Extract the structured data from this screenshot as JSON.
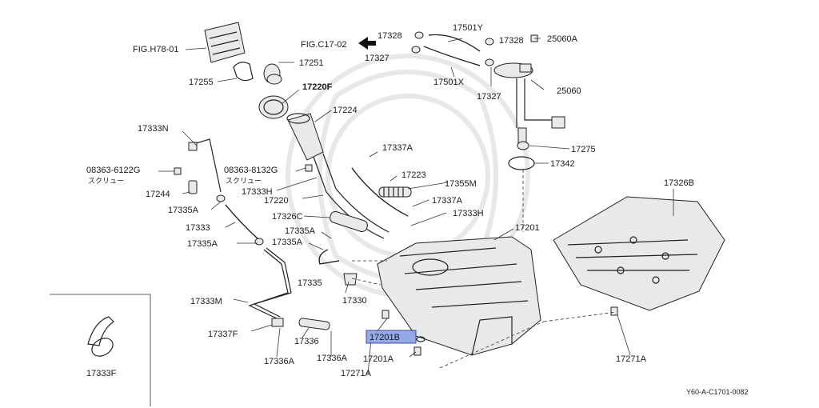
{
  "figure": {
    "code": "Y60-A-C1701-0082",
    "refs": {
      "left": "FIG.H78-01",
      "top": "FIG.C17-02"
    }
  },
  "labels": {
    "p17328a": "17328",
    "p17501y": "17501Y",
    "p17328b": "17328",
    "p25060a": "25060A",
    "p17327a": "17327",
    "p17251": "17251",
    "p17255": "17255",
    "p17220f": "17220F",
    "p17501x": "17501X",
    "p25060": "25060",
    "p17327b": "17327",
    "p17224": "17224",
    "p17333n": "17333N",
    "p17337a1": "17337A",
    "p17275": "17275",
    "p08363a": "08363-6122G",
    "p08363b": "08363-8132G",
    "screw_a": "スクリュー",
    "screw_b": "スクリュー",
    "p17342": "17342",
    "p17223": "17223",
    "p17355m": "17355M",
    "p17326b": "17326B",
    "p17244": "17244",
    "p17333h1": "17333H",
    "p17337a2": "17337A",
    "p17220": "17220",
    "p17335a1": "17335A",
    "p17333h2": "17333H",
    "p17326c": "17326C",
    "p17333": "17333",
    "p17201": "17201",
    "p17335a2": "17335A",
    "p17335a3": "17335A",
    "p17335a4": "17335A",
    "p17335": "17335",
    "p17330": "17330",
    "p17333m": "17333M",
    "p17337f": "17337F",
    "p17201b": "17201B",
    "p17336": "17336",
    "p17271a1": "17271A",
    "p17336a1": "17336A",
    "p17336a2": "17336A",
    "p17201a": "17201A",
    "p17271a2": "17271A",
    "p17333f": "17333F"
  },
  "colors": {
    "highlight": "#8aa0e6",
    "line": "#222222"
  },
  "icons": [
    "arrow-left-icon"
  ]
}
